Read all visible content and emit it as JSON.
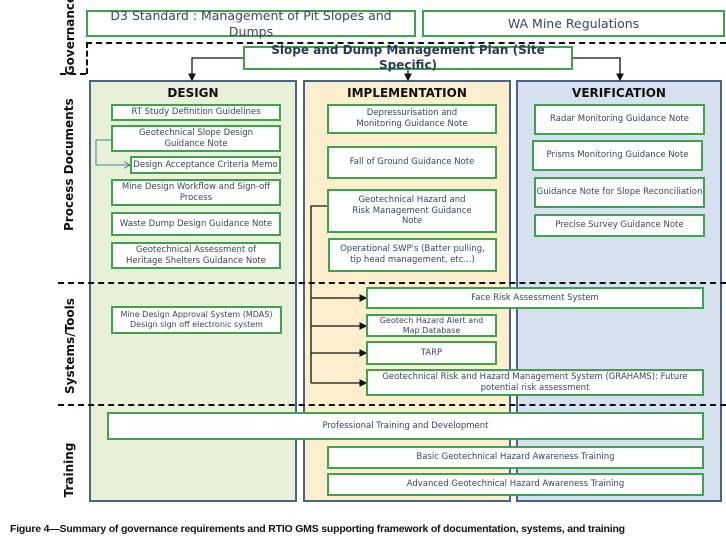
{
  "row_labels": {
    "governance": "Governance",
    "process_documents": "Process Documents",
    "systems_tools": "Systems/Tools",
    "training": "Training"
  },
  "governance": {
    "d3_standard": "D3 Standard : Management of Pit Slopes and Dumps",
    "wa_regulations": "WA Mine Regulations",
    "site_plan": "Slope and Dump Management Plan (Site Specific)"
  },
  "columns": {
    "design": {
      "title": "DESIGN",
      "documents": [
        "RT Study Definition Guidelines",
        "Geotechnical Slope Design Guidance Note",
        "Design Acceptance Criteria Memo",
        "Mine Design Workflow and Sign-off Process",
        "Waste Dump Design Guidance Note",
        "Geotechnical Assessment of Heritage Shelters Guidance Note"
      ],
      "systems": [
        "Mine Design Approval System (MDAS) Design sign off electronic system"
      ]
    },
    "implementation": {
      "title": "IMPLEMENTATION",
      "documents": [
        "Depressurisation and Monitoring Guidance Note",
        "Fall of Ground  Guidance Note",
        "Geotechnical Hazard and Risk Management Guidance Note",
        "Operational SWP's (Batter pulling, tip head management, etc...)"
      ],
      "systems": [
        "Face Risk Assessment System",
        "Geotech Hazard Alert and Map Database",
        "TARP",
        "Geotechnical Risk and Hazard Management System (GRAHAMS): Future potential risk assessment"
      ]
    },
    "verification": {
      "title": "VERIFICATION",
      "documents": [
        "Radar Monitoring Guidance Note",
        "Prisms Monitoring Guidance Note",
        "Guidance Note for Slope Reconciliation",
        "Precise Survey Guidance Note"
      ]
    }
  },
  "training": [
    "Professional Training and Development",
    "Basic Geotechnical Hazard Awareness Training",
    "Advanced Geotechnical Hazard Awareness Training"
  ],
  "caption": "Figure 4—Summary of governance requirements and RTIO GMS supporting framework of documentation, systems, and training",
  "colors": {
    "box_border": "#3fa24f",
    "column_border": "#4a6387",
    "design_fill": "#e9f0d8",
    "implementation_fill": "#fdeecd",
    "verification_fill": "#d6e1ef",
    "box_text": "#3a4660"
  }
}
